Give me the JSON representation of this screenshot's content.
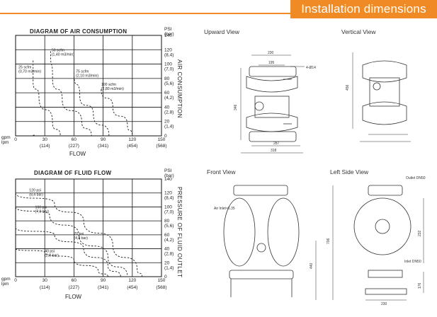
{
  "header": {
    "title": "Installation dimensions",
    "accent_color": "#f08a24"
  },
  "charts": {
    "air": {
      "title": "DIAGRAM OF AIR CONSUMPTION",
      "y_unit": "PSI\n(bar)",
      "y_axis_title": "AIR CONSUMPTION",
      "x_axis_title": "FLOW",
      "x_units": [
        "gpm",
        "lpm"
      ]
    },
    "fluid": {
      "title": "DIAGRAM OF FLUID FLOW",
      "y_unit": "PSI\n(bar)",
      "y_axis_title": "PRESSURE OF FLUID OUTLET",
      "x_axis_title": "FLOW",
      "x_units": [
        "gpm",
        "lpm"
      ]
    }
  },
  "chart_data": [
    {
      "type": "line",
      "title": "DIAGRAM OF AIR CONSUMPTION",
      "xlabel": "FLOW",
      "ylabel": "AIR CONSUMPTION",
      "x_ticks": [
        {
          "gpm": "0",
          "lpm": ""
        },
        {
          "gpm": "30",
          "lpm": "(114)"
        },
        {
          "gpm": "60",
          "lpm": "(227)"
        },
        {
          "gpm": "90",
          "lpm": "(341)"
        },
        {
          "gpm": "120",
          "lpm": "(454)"
        },
        {
          "gpm": "150",
          "lpm": "(568)"
        }
      ],
      "y_ticks": [
        {
          "psi": "0",
          "bar": ""
        },
        {
          "psi": "20",
          "bar": "(1,4)"
        },
        {
          "psi": "40",
          "bar": "(2,8)"
        },
        {
          "psi": "60",
          "bar": "(4,2)"
        },
        {
          "psi": "80",
          "bar": "(5,6)"
        },
        {
          "psi": "100",
          "bar": "(7,0)"
        },
        {
          "psi": "120",
          "bar": "(8,4)"
        },
        {
          "psi": "140",
          "bar": ""
        }
      ],
      "xlim": [
        0,
        150
      ],
      "ylim": [
        0,
        140
      ],
      "grid": true,
      "series": [
        {
          "name": "25 scfm\n(0,70 m3/min)",
          "label_at": [
            3,
            94
          ],
          "points": [
            [
              18,
              105
            ],
            [
              18,
              75
            ],
            [
              24,
              55
            ],
            [
              38,
              18
            ],
            [
              46,
              0
            ]
          ]
        },
        {
          "name": "50 scfm\n(1,40 m3/min)",
          "label_at": [
            37,
            118
          ],
          "points": [
            [
              36,
              118
            ],
            [
              38,
              80
            ],
            [
              48,
              50
            ],
            [
              68,
              20
            ],
            [
              78,
              0
            ]
          ]
        },
        {
          "name": "75 scfm\n(2,10 m3/min)",
          "label_at": [
            62,
            88
          ],
          "points": [
            [
              60,
              88
            ],
            [
              66,
              55
            ],
            [
              80,
              30
            ],
            [
              96,
              0
            ]
          ]
        },
        {
          "name": "100 scfm\n(2,80 m3/min)",
          "label_at": [
            88,
            70
          ],
          "points": [
            [
              88,
              65
            ],
            [
              100,
              40
            ],
            [
              115,
              15
            ],
            [
              120,
              0
            ]
          ]
        },
        {
          "name": "",
          "points": [
            [
              18,
              0
            ],
            [
              20,
              2
            ]
          ]
        }
      ]
    },
    {
      "type": "line",
      "title": "DIAGRAM OF FLUID FLOW",
      "xlabel": "FLOW",
      "ylabel": "PRESSURE OF FLUID OUTLET",
      "x_ticks": [
        {
          "gpm": "0",
          "lpm": ""
        },
        {
          "gpm": "30",
          "lpm": "(114)"
        },
        {
          "gpm": "60",
          "lpm": "(227)"
        },
        {
          "gpm": "90",
          "lpm": "(341)"
        },
        {
          "gpm": "120",
          "lpm": "(454)"
        },
        {
          "gpm": "150",
          "lpm": "(568)"
        }
      ],
      "y_ticks": [
        {
          "psi": "0",
          "bar": ""
        },
        {
          "psi": "20",
          "bar": "(1,4)"
        },
        {
          "psi": "40",
          "bar": "(2,8)"
        },
        {
          "psi": "60",
          "bar": "(4,2)"
        },
        {
          "psi": "80",
          "bar": "(5,6)"
        },
        {
          "psi": "100",
          "bar": "(7,0)"
        },
        {
          "psi": "120",
          "bar": "(8,4)"
        },
        {
          "psi": "140",
          "bar": ""
        }
      ],
      "xlim": [
        0,
        150
      ],
      "ylim": [
        0,
        140
      ],
      "grid": true,
      "series": [
        {
          "name": "120 psi\n(8,4 bar)",
          "label_at": [
            14,
            122
          ],
          "points": [
            [
              0,
              120
            ],
            [
              40,
              105
            ],
            [
              70,
              80
            ],
            [
              100,
              45
            ],
            [
              125,
              10
            ],
            [
              130,
              0
            ]
          ]
        },
        {
          "name": "100 psi\n(7,0 bar)",
          "label_at": [
            20,
            98
          ],
          "points": [
            [
              0,
              100
            ],
            [
              35,
              88
            ],
            [
              65,
              60
            ],
            [
              95,
              28
            ],
            [
              115,
              0
            ]
          ]
        },
        {
          "name": "70 psi\n(4,8 bar)",
          "label_at": [
            60,
            60
          ],
          "points": [
            [
              0,
              70
            ],
            [
              40,
              60
            ],
            [
              70,
              40
            ],
            [
              95,
              15
            ],
            [
              108,
              0
            ]
          ]
        },
        {
          "name": "40 psi\n(2,8 bar)",
          "label_at": [
            30,
            35
          ],
          "points": [
            [
              0,
              40
            ],
            [
              30,
              35
            ],
            [
              60,
              24
            ],
            [
              85,
              8
            ],
            [
              95,
              0
            ]
          ]
        }
      ]
    }
  ],
  "views": {
    "upward": {
      "title": "Upward View",
      "dims": [
        "230",
        "195",
        "4-Ø14",
        "346",
        "287",
        "318"
      ]
    },
    "vertical": {
      "title": "Vertical View",
      "dims": [
        "456"
      ]
    },
    "front": {
      "title": "Front View",
      "dims": [
        "Air Inlet×6.35",
        "706",
        "440"
      ]
    },
    "left": {
      "title": "Left Side View",
      "dims": [
        "Outlet DN50",
        "Inlet DN50",
        "232",
        "176",
        "230"
      ]
    }
  }
}
